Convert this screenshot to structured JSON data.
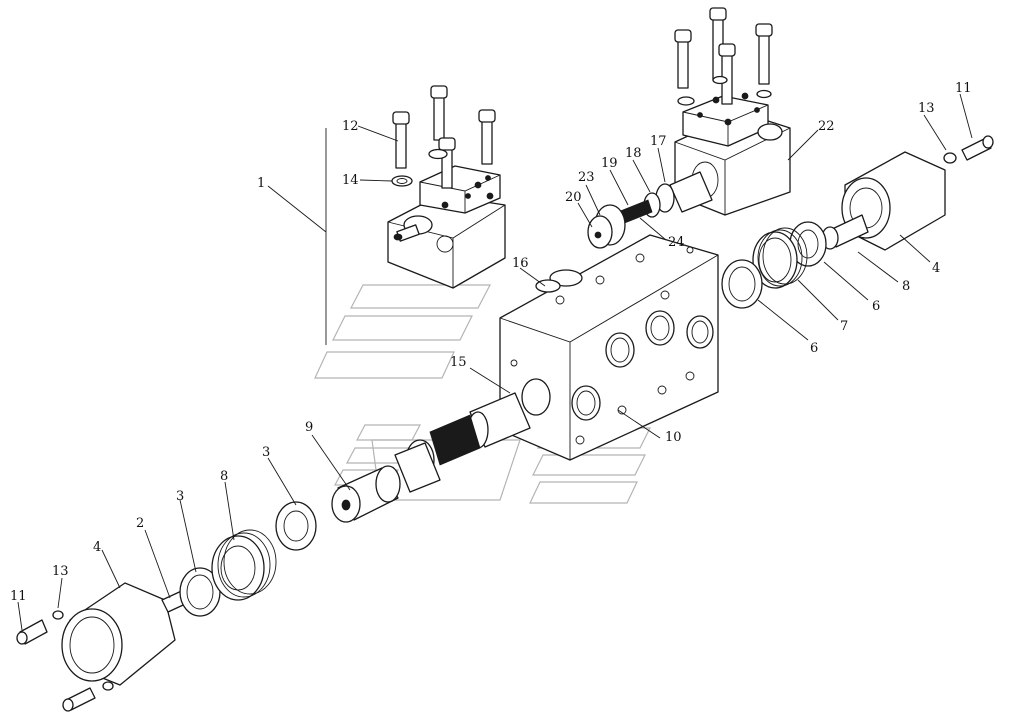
{
  "diagram": {
    "callouts": [
      "1",
      "2",
      "3",
      "3",
      "4",
      "4",
      "6",
      "6",
      "7",
      "8",
      "8",
      "9",
      "10",
      "11",
      "11",
      "12",
      "13",
      "13",
      "14",
      "15",
      "16",
      "17",
      "18",
      "19",
      "20",
      "22",
      "23",
      "24"
    ]
  },
  "colors": {
    "line": "#1a1a1a",
    "watermark": "#b4b4b4",
    "background": "#ffffff"
  }
}
